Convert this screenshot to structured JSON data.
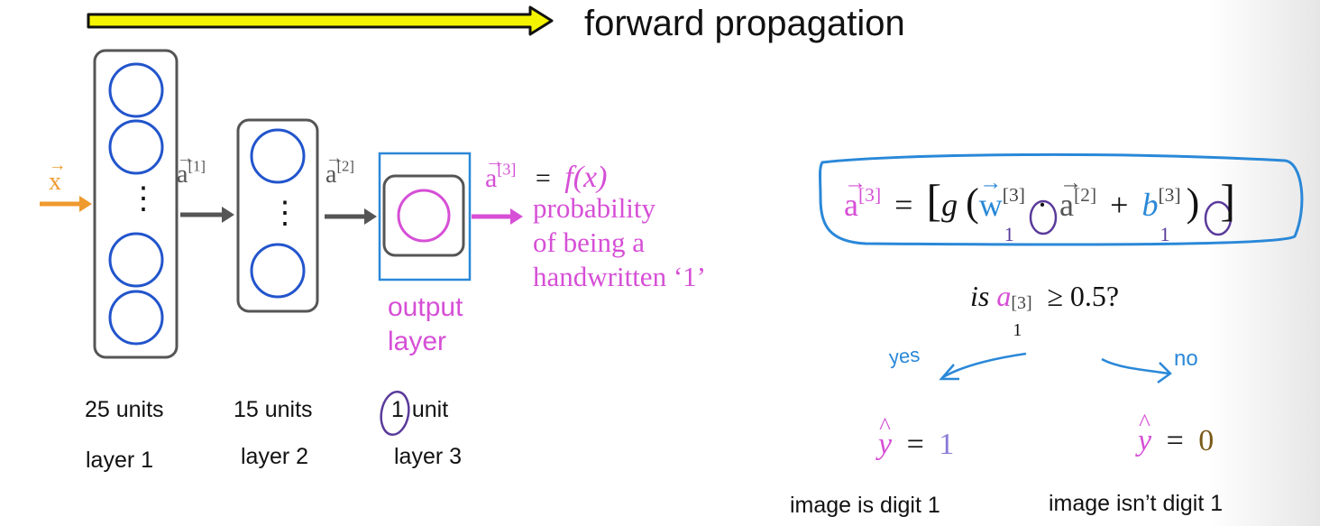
{
  "header": {
    "title": "forward propagation"
  },
  "network": {
    "input_symbol": "x",
    "activations": [
      "a",
      "a",
      "a"
    ],
    "activation_indices": [
      "[1]",
      "[2]",
      "[3]"
    ],
    "equals": "=",
    "f_of_x": "f(x)",
    "probability_text": [
      "probability",
      "of being a",
      "handwritten ‘1’"
    ],
    "output_layer_label": [
      "output",
      "layer"
    ],
    "dots": "⋮",
    "layers": [
      {
        "units": "25 units",
        "name": "layer 1"
      },
      {
        "units": "15 units",
        "name": "layer 2"
      },
      {
        "units_number": "1",
        "units_word": "unit",
        "name": "layer 3"
      }
    ]
  },
  "equation": {
    "lhs": "a",
    "lhs_index": "[3]",
    "equals": "=",
    "g": "g",
    "w": "w",
    "w_index": "[3]",
    "w_sub": "1",
    "dot": "·",
    "a2": "a",
    "a2_index": "[2]",
    "plus": "+",
    "b": "b",
    "b_index": "[3]",
    "b_sub": "1"
  },
  "question": {
    "is": "is",
    "a": "a",
    "sup": "[3]",
    "sub": "1",
    "rest": "≥ 0.5?"
  },
  "decision": {
    "yes_label": "yes",
    "no_label": "no",
    "yes_result": {
      "y": "y",
      "eq": "=",
      "val": "1",
      "caption": "image is digit 1"
    },
    "no_result": {
      "y": "y",
      "eq": "=",
      "val": "0",
      "caption": "image isn’t digit 1"
    }
  },
  "colors": {
    "neuron": "#2255cc",
    "magenta": "#d64fd6",
    "input": "#ef9a2e",
    "highlight": "#2a88d8",
    "arrow_yellow": "#f4f400"
  }
}
